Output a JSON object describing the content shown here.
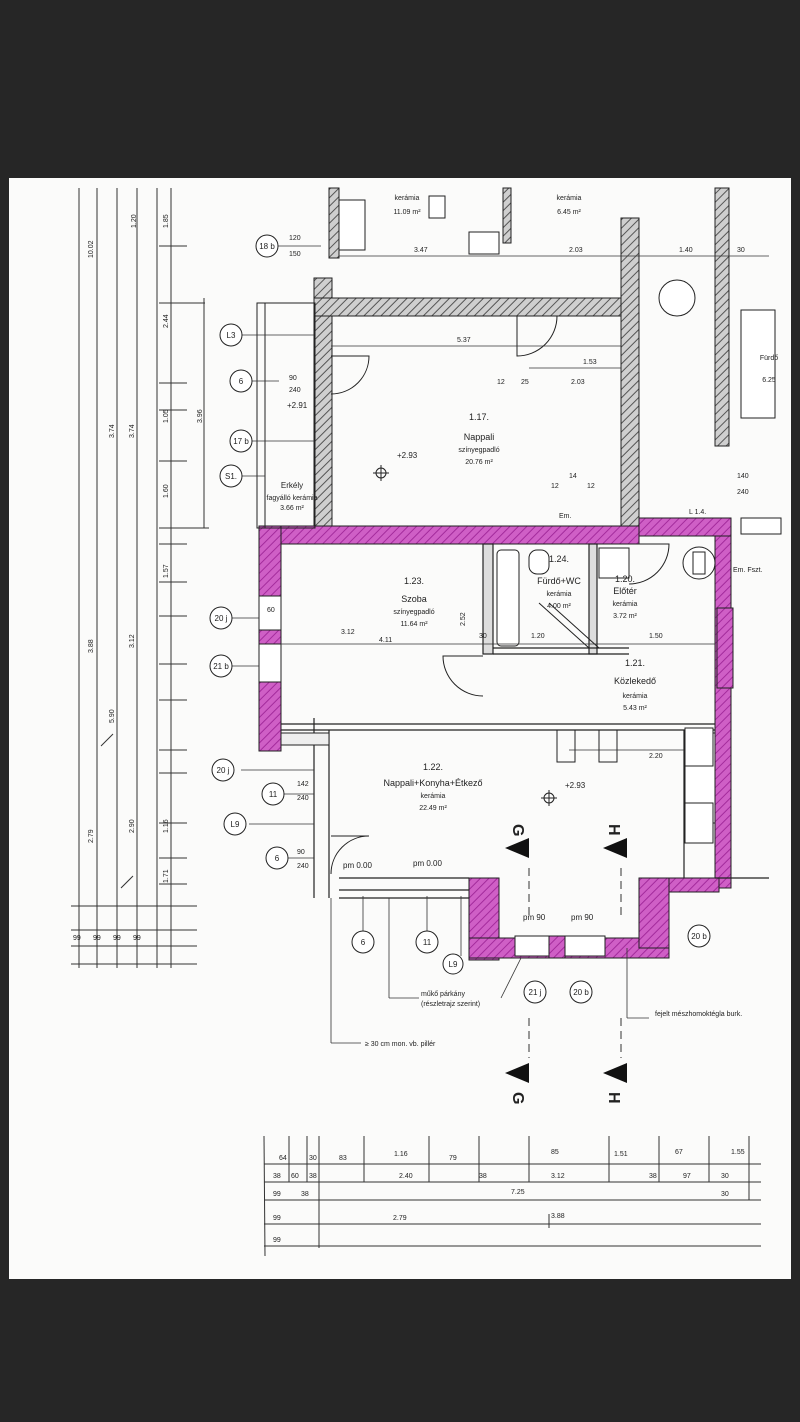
{
  "rooms": [
    {
      "id": "r117",
      "number": "1.17.",
      "name": "Nappali",
      "type": "színyegpadló",
      "area": "20.76 m²"
    },
    {
      "id": "r123",
      "number": "1.23.",
      "name": "Szoba",
      "type": "színyegpadló",
      "area": "11.64 m²"
    },
    {
      "id": "r124",
      "number": "1.24.",
      "name": "Fürdő+WC",
      "type": "kerámia",
      "area": "4.00 m²"
    },
    {
      "id": "r120",
      "number": "1.20.",
      "name": "Előtér",
      "type": "kerámia",
      "area": "3.72 m²"
    },
    {
      "id": "r121",
      "number": "1.21.",
      "name": "Közlekedő",
      "type": "kerámia",
      "area": "5.43 m²"
    },
    {
      "id": "r122",
      "number": "1.22.",
      "name": "Nappali+Konyha+Étkező",
      "type": "kerámia",
      "area": "22.49 m²"
    },
    {
      "id": "erkely",
      "number": "",
      "name": "Erkély",
      "type": "fagyálló kerámia",
      "area": "3.66 m²"
    }
  ],
  "top_rooms": {
    "a_type": "kerámia",
    "a_area": "11.09 m²",
    "b_type": "kerámia",
    "b_area": "6.45 m²",
    "c_name": "Fürdő",
    "c_area": "6.25"
  },
  "elevations": {
    "e1": "+2.93",
    "e2": "+2.93",
    "e3": "+2.91",
    "e4": "pm 0.00",
    "e5": "pm 0.00",
    "e6": "pm 90",
    "e7": "pm 90"
  },
  "tags": [
    "18 b",
    "L3",
    "6",
    "17 b",
    "S1.",
    "20 j",
    "21 b",
    "20 j",
    "11",
    "L9",
    "6",
    "6",
    "11",
    "L9",
    "21 j",
    "20 b",
    "20 b"
  ],
  "annotations": {
    "parkany_1": "műkő párkány",
    "parkany_2": "(részletrajz szerint)",
    "pillar": "≥ 30 cm mon. vb. pillér",
    "cladding": "fejelt mészhomoktégla burk.",
    "em": "Em. Fszt.",
    "em2": "Em.",
    "l14": "L 1.4."
  },
  "section_marks": {
    "g": "G",
    "h": "H"
  },
  "bottom_dims": {
    "row1": [
      "64",
      "30",
      "83",
      "1.16",
      "79",
      "85",
      "1.51",
      "67",
      "1.55"
    ],
    "row2": [
      "38",
      "60",
      "38",
      "2.40",
      "38",
      "3.12",
      "38",
      "97",
      "30"
    ],
    "row3": [
      "99",
      "38",
      "7.25",
      "30"
    ],
    "row4": [
      "99",
      "2.79",
      "3.88"
    ],
    "row5": [
      "99"
    ]
  },
  "left_dims": [
    "10.02",
    "1.20",
    "1.85",
    "2.44",
    "1.05",
    "3.96",
    "3.74",
    "3.74",
    "1.60",
    "1.57",
    "3.12",
    "3.88",
    "5.90",
    "1.16",
    "2.90",
    "2.79",
    "1.71",
    "99",
    "99",
    "99",
    "99"
  ],
  "inner_dims": [
    "3.47",
    "2.03",
    "1.40",
    "30",
    "5.37",
    "1.53",
    "2.03",
    "12",
    "25",
    "12",
    "14",
    "12",
    "140",
    "240",
    "1.50",
    "3.12",
    "2.52",
    "4.11",
    "30",
    "1.20",
    "2.20",
    "120",
    "150",
    "90",
    "240",
    "60",
    "142",
    "240",
    "90",
    "240"
  ]
}
